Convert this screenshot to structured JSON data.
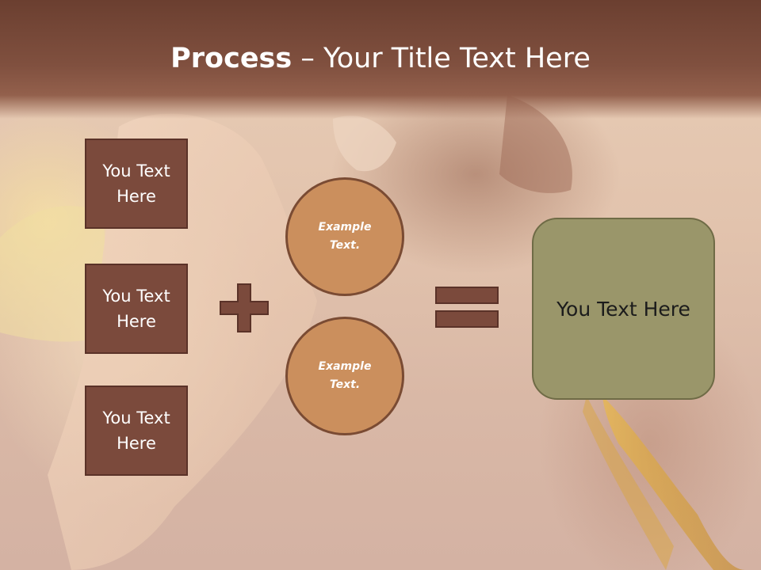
{
  "slide": {
    "title_bold": "Process",
    "title_rest": " – Your Title Text Here"
  },
  "left_boxes": [
    {
      "label": "You Text Here"
    },
    {
      "label": "You Text Here"
    },
    {
      "label": "You Text Here"
    }
  ],
  "circles": [
    {
      "label": "Example Text."
    },
    {
      "label": "Example Text."
    }
  ],
  "operators": {
    "plus_icon": "plus-icon",
    "equals_icon": "equals-icon"
  },
  "result": {
    "label": "You Text Here"
  },
  "colors": {
    "header": "#7a4a3a",
    "box_fill": "#7b4a3c",
    "circle_fill": "#cb8f5d",
    "result_fill": "#9a966a",
    "operator_fill": "#7b4a3c"
  }
}
